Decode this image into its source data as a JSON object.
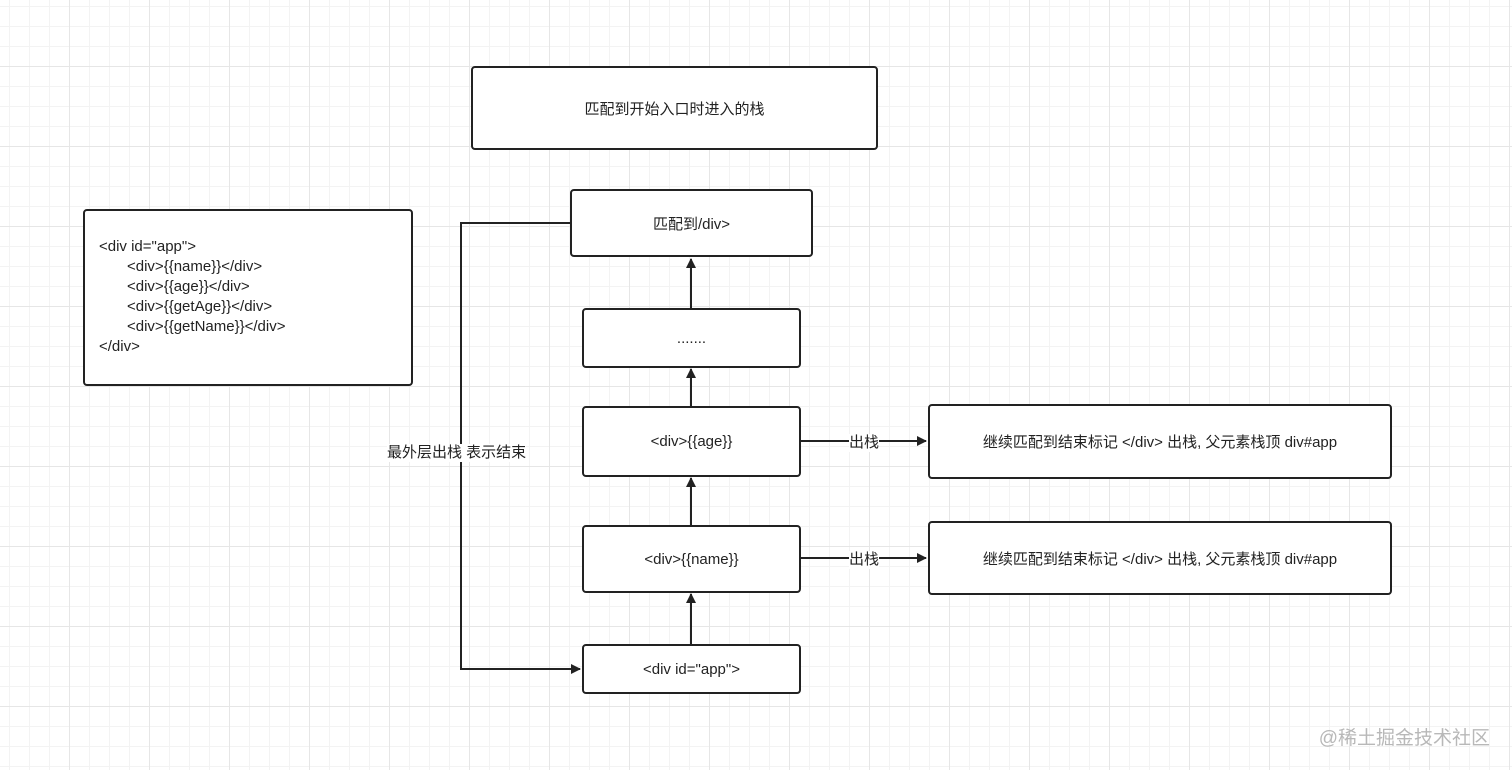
{
  "nodes": {
    "entry_stack": "匹配到开始入口时进入的栈",
    "match_close": "匹配到/div>",
    "ellipsis": ".......",
    "div_age": "<div>{{age}}",
    "div_name": "<div>{{name}}",
    "div_app": "<div id=\"app\">",
    "continue_1": "继续匹配到结束标记 </div> 出栈, 父元素栈顶 div#app",
    "continue_2": "继续匹配到结束标记 </div> 出栈, 父元素栈顶 div#app"
  },
  "code_block": {
    "lines": [
      "<div id=\"app\">",
      "<div>{{name}}</div>",
      "<div>{{age}}</div>",
      "<div>{{getAge}}</div>",
      "<div>{{getName}}</div>",
      "</div>"
    ]
  },
  "edge_labels": {
    "pop_1": "出栈",
    "pop_2": "出栈",
    "outer_pop": "最外层出栈 表示结束"
  },
  "watermark": "@稀土掘金技术社区"
}
